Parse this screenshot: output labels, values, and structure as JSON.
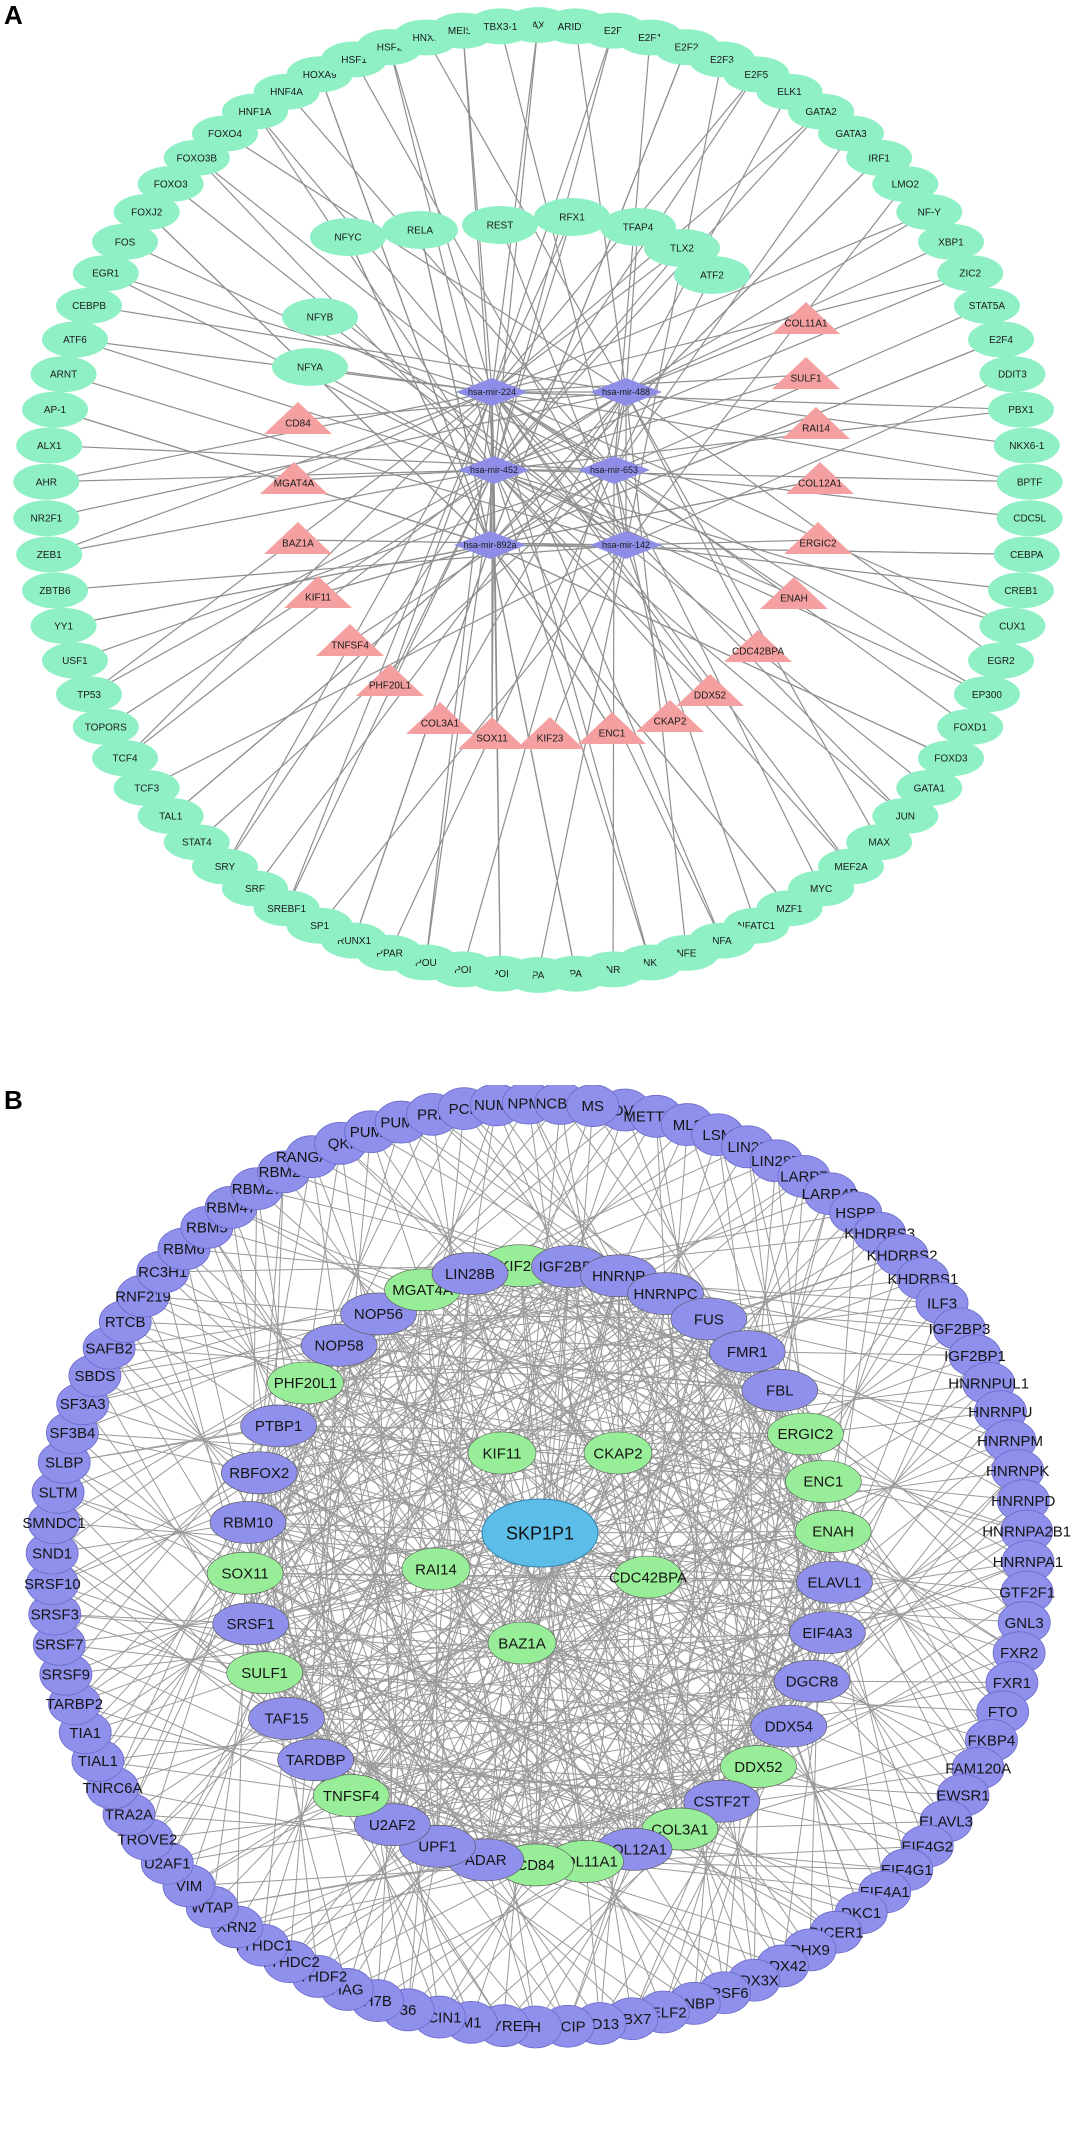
{
  "panels": {
    "a": {
      "label": "A",
      "outer_ring": [
        "PAX2",
        "ARID5B",
        "E2F",
        "E2F1",
        "E2F2",
        "E2F3",
        "E2F5",
        "ELK1",
        "GATA2",
        "GATA3",
        "IRF1",
        "LMO2",
        "NF-Y",
        "XBP1",
        "ZIC2",
        "STAT5A",
        "E2F4",
        "DDIT3",
        "PBX1",
        "NKX6-1",
        "BPTF",
        "CDC5L",
        "CEBPA",
        "CREB1",
        "CUX1",
        "EGR2",
        "EP300",
        "FOXD1",
        "FOXD3",
        "GATA1",
        "JUN",
        "MAX",
        "MEF2A",
        "MYC",
        "MZF1",
        "NFATC1",
        "NFA",
        "NFE",
        "NK",
        "NR",
        "PA",
        "PA",
        "POI",
        "POI",
        "POU",
        "PPAR",
        "RUNX1",
        "SP1",
        "SREBF1",
        "SRF",
        "SRY",
        "STAT4",
        "TAL1",
        "TCF3",
        "TCF4",
        "TOPORS",
        "TP53",
        "USF1",
        "YY1",
        "ZBTB6",
        "ZEB1",
        "NR2F1",
        "AHR",
        "ALX1",
        "AP-1",
        "ARNT",
        "ATF6",
        "CEBPB",
        "EGR1",
        "FOS",
        "FOXJ2",
        "FOXO3",
        "FOXO3B",
        "FOXO4",
        "HNF1A",
        "HNF4A",
        "HOXA9",
        "HSF1",
        "HSF2",
        "HNX3",
        "MEIS1",
        "TBX3-1"
      ],
      "inner_ring": [
        "RELA",
        "REST",
        "RFX1",
        "TFAP4",
        "TLX2",
        "ATF2",
        "NFYC",
        "NFYB",
        "NFYA"
      ],
      "mirnas": [
        "hsa-mir-224",
        "hsa-mir-488",
        "hsa-mir-452",
        "hsa-mir-653",
        "hsa-mir-892a",
        "hsa-mir-142"
      ],
      "genes": [
        "COL11A1",
        "SULF1",
        "RAI14",
        "COL12A1",
        "ERGIC2",
        "ENAH",
        "CDC42BPA",
        "DDX52",
        "CKAP2",
        "ENC1",
        "KIF23",
        "SOX11",
        "COL3A1",
        "PHF20L1",
        "TNFSF4",
        "KIF11",
        "BAZ1A",
        "MGAT4A",
        "CD84"
      ],
      "colors": {
        "tf": "#8ff0c6",
        "mirna": "#8e8ee8",
        "gene": "#f4a0a0",
        "edge": "#8f8f8f"
      }
    },
    "b": {
      "label": "B",
      "outer_ring": [
        "MOV10",
        "METTL14",
        "ML2",
        "LSM",
        "LIN28",
        "LIN28B",
        "LARP7",
        "LARP4B",
        "HSPB",
        "KHDRBS3",
        "KHDRBS2",
        "KHDRBS1",
        "ILF3",
        "IGF2BP3",
        "IGF2BP1",
        "HNRNPUL1",
        "HNRNPU",
        "HNRNPM",
        "HNRNPK",
        "HNRNPD",
        "HNRNPA2B1",
        "HNRNPA1",
        "GTF2F1",
        "GNL3",
        "FXR2",
        "FXR1",
        "FTO",
        "FKBP4",
        "FAM120A",
        "EWSR1",
        "ELAVL3",
        "EIF4G2",
        "EIF4G1",
        "EIF4A1",
        "DKC1",
        "DICER1",
        "DHX9",
        "DDX42",
        "DDX3X",
        "CPSF6",
        "CNBP",
        "CELF2",
        "CBX7",
        "CD13",
        "CCIP",
        "H",
        "ALYREF",
        "M1",
        "ACIN1",
        "36",
        "H7B",
        "HAG",
        "YTHDF2",
        "YTHDC2",
        "YTHDC1",
        "XRN2",
        "WTAP",
        "VIM",
        "U2AF1",
        "TROVE2",
        "TRA2A",
        "TNRC6A",
        "TIAL1",
        "TIA1",
        "TARBP2",
        "SRSF9",
        "SRSF7",
        "SRSF3",
        "SRSF10",
        "SND1",
        "SMNDC1",
        "SLTM",
        "SLBP",
        "SF3B4",
        "SF3A3",
        "SBDS",
        "SAFB2",
        "RTCB",
        "RNF219",
        "RC3H1",
        "RBM6",
        "RBM5",
        "RBM47",
        "RBM27",
        "RBM24",
        "RANGAP1",
        "QKI",
        "PUM2",
        "PUM1",
        "PRP",
        "PCB",
        "NUMB",
        "NPM1",
        "NCBP3",
        "MS"
      ],
      "middle_ring": [
        "KIF23",
        "IGF2BP2",
        "HNRNPL",
        "HNRNPC",
        "FUS",
        "FMR1",
        "FBL",
        "ERGIC2",
        "ENC1",
        "ENAH",
        "ELAVL1",
        "EIF4A3",
        "DGCR8",
        "DDX54",
        "DDX52",
        "CSTF2T",
        "COL3A1",
        "COL12A1",
        "COL11A1",
        "CD84",
        "ADAR",
        "UPF1",
        "U2AF2",
        "TNFSF4",
        "TARDBP",
        "TAF15",
        "SULF1",
        "SRSF1",
        "SOX11",
        "RBM10",
        "RBFOX2",
        "PTBP1",
        "PHF20L1",
        "NOP58",
        "NOP56",
        "MGAT4A",
        "LIN28B"
      ],
      "middle_labels": [
        "KIF23",
        "IGF2BP2",
        "HNRNP",
        "HNRNPC",
        "FUS",
        "FMR1",
        "FBL",
        "ERGIC2",
        "ENC1",
        "ENAH",
        "ELAVL1",
        "EIF4A3",
        "DGCR8",
        "DDX54",
        "DDX52",
        "CSTF2T",
        "COL3A1",
        "COL12A1",
        "COL11A1",
        "CD84",
        "ADAR",
        "UPF1",
        "U2AF2",
        "TNFSF4",
        "TARDBP",
        "TAF15",
        "SULF1",
        "SRSF1",
        "SOX11",
        "RBM10",
        "RBFOX2",
        "PTBP1",
        "PHF20L1",
        "NOP58",
        "NOP56",
        "MGAT4A",
        "LIN28B"
      ],
      "center": "SKP1P1",
      "inner": [
        "KIF11",
        "CKAP2",
        "RAI14",
        "CDC42BPA",
        "BAZ1A"
      ],
      "colors": {
        "rbp": "#8f8fec",
        "gene": "#98ee98",
        "center": "#5bbde8",
        "edge": "#9a9a9a"
      }
    }
  }
}
